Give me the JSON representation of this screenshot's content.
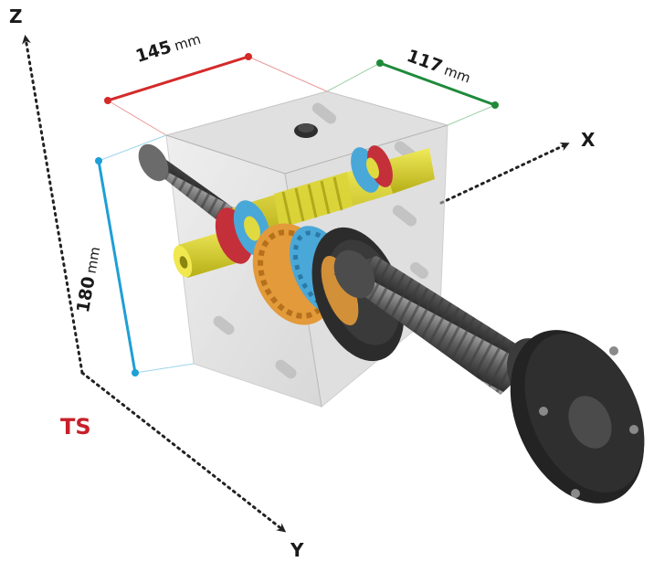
{
  "axes": {
    "z": "Z",
    "x": "X",
    "y": "Y"
  },
  "dimensions": {
    "length": {
      "value": "145",
      "unit": "mm",
      "color": "#d42a2a"
    },
    "width": {
      "value": "117",
      "unit": "mm",
      "color": "#1f8a3a"
    },
    "height": {
      "value": "180",
      "unit": "mm",
      "color": "#1e9fd6"
    }
  },
  "model_code": {
    "text": "TS",
    "color": "#c8202a"
  },
  "colors": {
    "housing": "#c9c9c9",
    "worm_shaft": "#d9d22a",
    "worm_gear": "#e39a3a",
    "bearing": "#4aa8d8",
    "seal": "#c4303a",
    "screw": "#6a6a6a",
    "flange": "#2b2b2b"
  }
}
